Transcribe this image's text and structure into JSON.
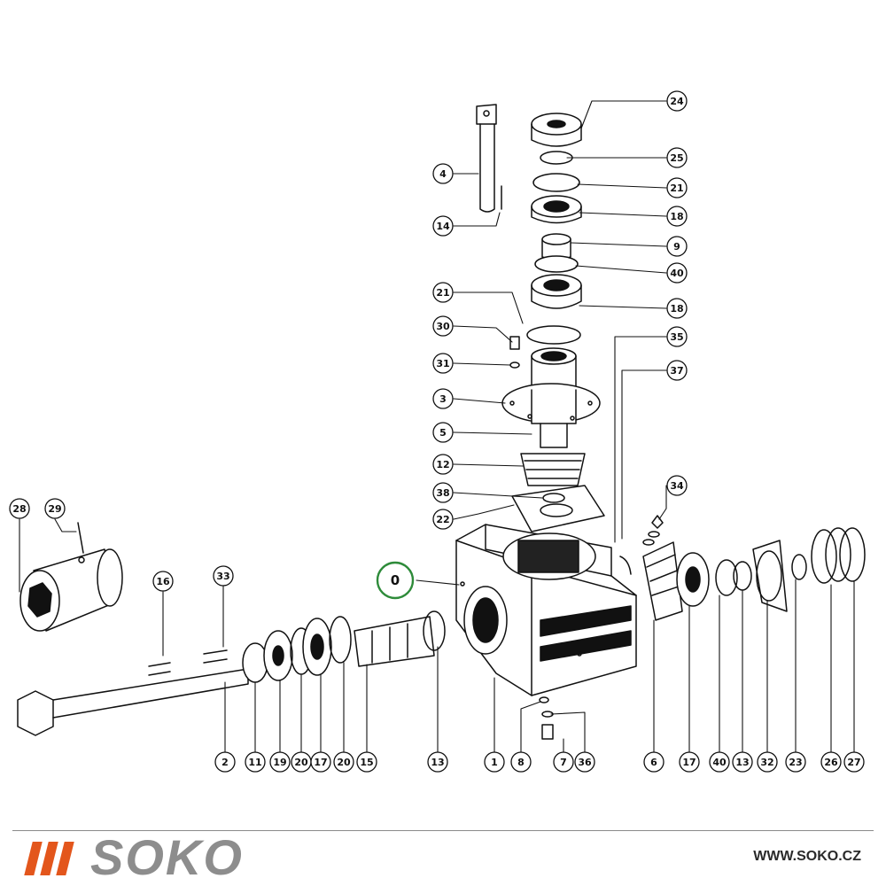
{
  "diagram": {
    "part_labels": [
      "24",
      "25",
      "21",
      "18",
      "9",
      "40",
      "18",
      "21",
      "30",
      "31",
      "3",
      "5",
      "12",
      "38",
      "22",
      "35",
      "37",
      "34",
      "4",
      "14",
      "28",
      "29",
      "16",
      "33",
      "0",
      "2",
      "11",
      "19",
      "20",
      "17",
      "20",
      "15",
      "13",
      "1",
      "8",
      "7",
      "36",
      "6",
      "17",
      "40",
      "13",
      "32",
      "23",
      "26",
      "27"
    ]
  },
  "footer": {
    "brand": "SOKO",
    "website": "WWW.SOKO.CZ",
    "brand_color": "#e3561c",
    "text_color": "#8d8d8d"
  }
}
